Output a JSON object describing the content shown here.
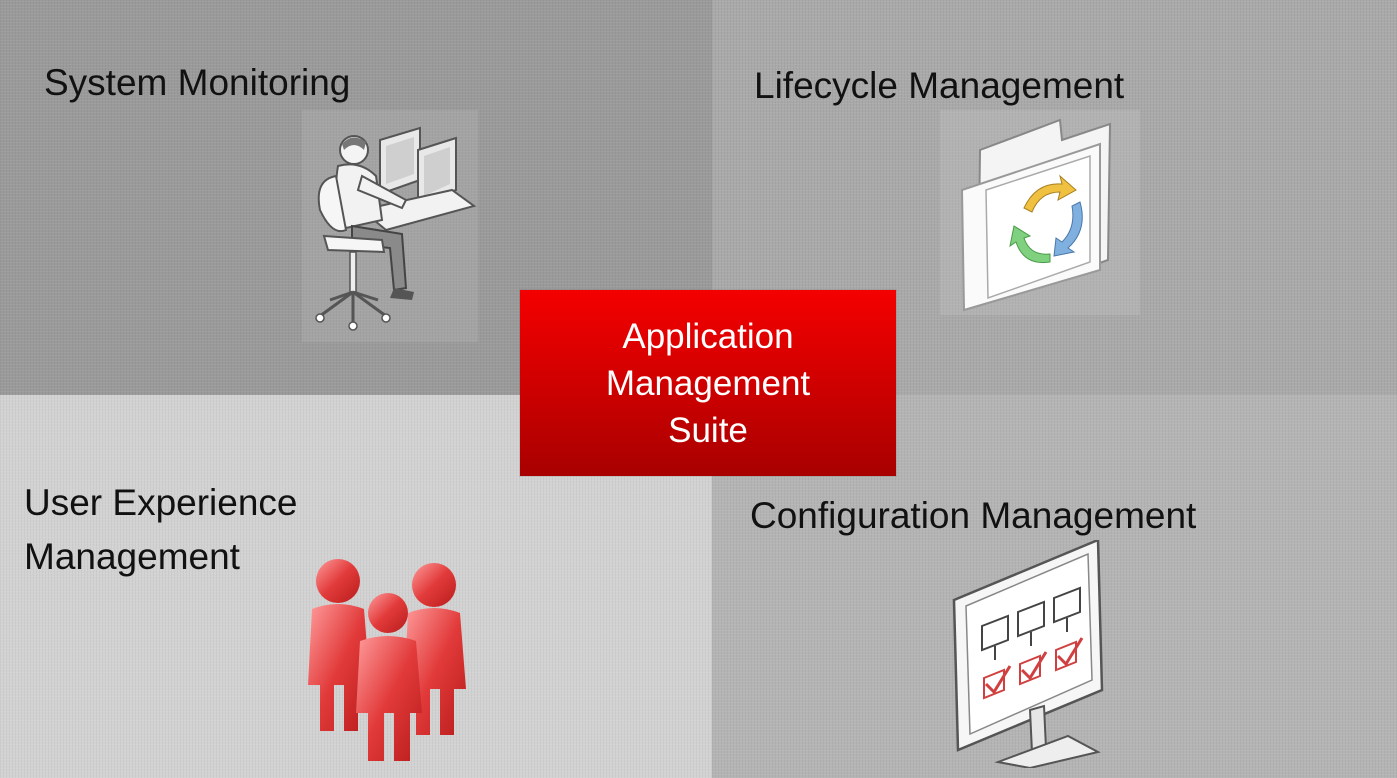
{
  "quadrants": {
    "system_monitoring": {
      "label": "System Monitoring",
      "icon": "desk-worker-icon"
    },
    "lifecycle_management": {
      "label": "Lifecycle Management",
      "icon": "lifecycle-folder-icon"
    },
    "user_experience_management": {
      "label_line1": "User Experience",
      "label_line2": "Management",
      "icon": "users-group-icon"
    },
    "configuration_management": {
      "label": "Configuration Management",
      "icon": "config-monitor-icon"
    }
  },
  "center": {
    "line1": "Application",
    "line2": "Management",
    "line3": "Suite"
  },
  "colors": {
    "accent_red": "#e00000",
    "people_red": "#e04040",
    "arrow_yellow": "#f0c040",
    "arrow_blue": "#7fb0e0",
    "arrow_green": "#7fd07f"
  }
}
